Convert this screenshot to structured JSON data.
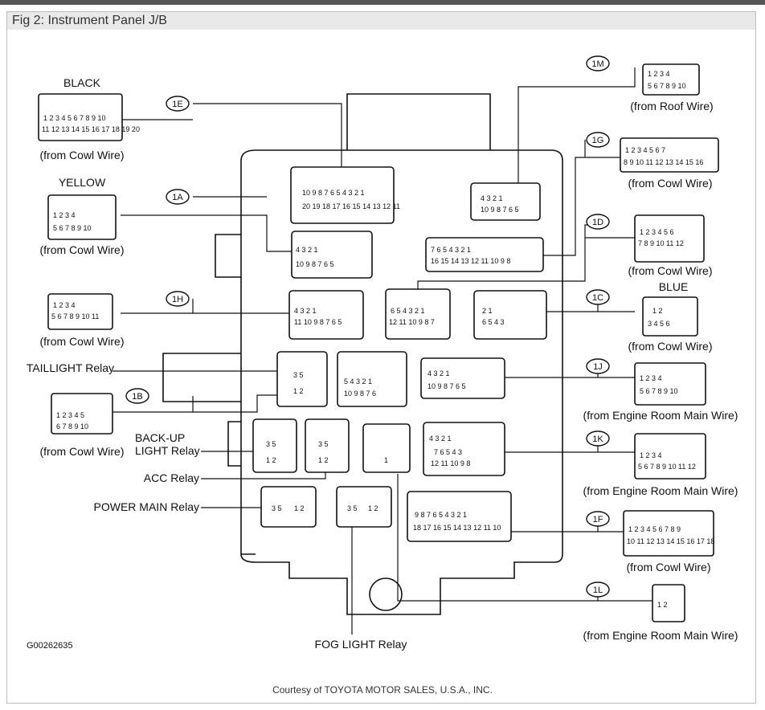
{
  "title": "Fig 2: Instrument Panel J/B",
  "figure_id": "G00262635",
  "credit": "Courtesy of TOYOTA MOTOR SALES, U.S.A., INC.",
  "connector_codes": {
    "c1E": "1E",
    "c1A": "1A",
    "c1H": "1H",
    "c1B": "1B",
    "c1M": "1M",
    "c1G": "1G",
    "c1D": "1D",
    "c1C": "1C",
    "c1J": "1J",
    "c1K": "1K",
    "c1F": "1F",
    "c1L": "1L"
  },
  "colors": {
    "black": "BLACK",
    "yellow": "YELLOW",
    "blue": "BLUE"
  },
  "captions": {
    "cowl": "(from Cowl Wire)",
    "roof": "(from Roof Wire)",
    "engine_room": "(from Engine Room Main Wire)"
  },
  "relays": {
    "taillight": "TAILLIGHT Relay",
    "backup": "BACK-UP\nLIGHT Relay",
    "acc": "ACC Relay",
    "power_main": "POWER MAIN Relay",
    "fog": "FOG LIGHT Relay"
  },
  "pins": {
    "e_top": "1 2 3 4 5 6 7 8 9 10",
    "e_bot": "11 12 13 14 15 16 17 18 19 20",
    "a_top": "1 2 3 4",
    "a_bot": "5 6 7 8 9 10",
    "h_top": "1 2 3 4",
    "h_bot": "5 6 7 8 9 10 11",
    "b_top": "1 2 3 4 5",
    "b_bot": "6 7 8 9 10",
    "m_top": "1 2 3 4",
    "m_bot": "5 6 7 8 9 10",
    "g_top": "1 2 3 4 5 6 7",
    "g_bot": "8 9 10 11 12 13 14 15 16",
    "d_top": "1 2 3 4 5 6",
    "d_bot": "7 8 9 10 11 12",
    "c_top": "1 2",
    "c_bot": "3 4 5 6",
    "j_top": "1 2 3 4",
    "j_bot": "5 6 7 8 9 10",
    "k_top": "1 2 3 4",
    "k_bot": "5 6 7 8 9 10 11 12",
    "f_top": "1 2 3 4 5 6 7 8 9",
    "f_bot": "10 11 12 13 14 15 16 17 18",
    "l_pins": "1 2",
    "jb_e_top": "10 9 8 7 6 5 4 3 2 1",
    "jb_e_bot": "20 19 18 17 16 15 14 13 12 11",
    "jb_a_top": "4 3    2 1",
    "jb_a_bot": "10 9 8  7 6 5",
    "jb_m_top": "4 3   2 1",
    "jb_m_bot": "10 9 8 7 6 5",
    "jb_g_top": "7 6 5    4 3   2 1",
    "jb_g_bot": "16 15 14 13 12 11 10 9 8",
    "jb_h_top": "4 3    2 1",
    "jb_h_bot": "11 10 9 8 7 6 5",
    "jb_d_top": "6 5 4 3 2 1",
    "jb_d_bot": "12 11 10 9 8 7",
    "jb_c_top": "2    1",
    "jb_c_bot": "6 5 4 3",
    "jb_x_top": "5 4 3 2 1",
    "jb_x_bot": "10 9 8 7 6",
    "jb_j_top": "4 3   2 1",
    "jb_j_bot": "10 9  8 7  6 5",
    "jb_k_top": "4 3    2 1",
    "jb_k_mid": "7 6 5 4 3",
    "jb_k_bot": "12 11 10 9 8",
    "jb_f_top": "9 8 7 6 5 4 3 2 1",
    "jb_f_bot": "18 17 16 15 14 13 12 11 10",
    "relay_35": "3 5",
    "relay_12": "1 2",
    "fuse1": "1"
  }
}
